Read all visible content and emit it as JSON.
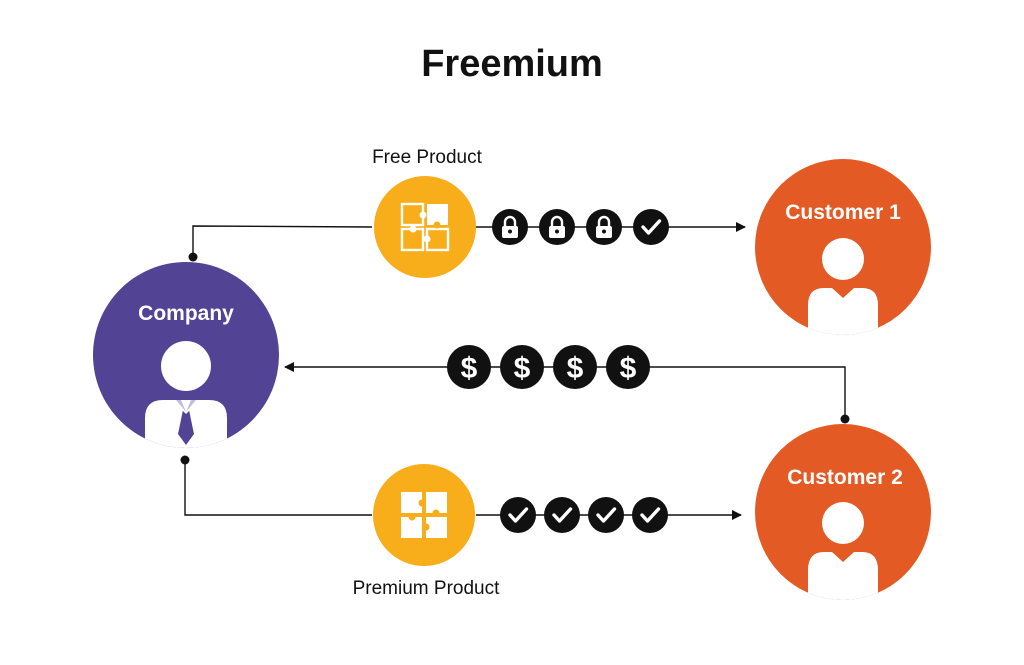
{
  "title": "Freemium",
  "colors": {
    "company": "#524394",
    "customer": "#E35A24",
    "product": "#F8AD1A",
    "token": "#111111",
    "line": "#111111"
  },
  "nodes": {
    "company": {
      "label": "Company",
      "icon": "businessman-icon"
    },
    "customer1": {
      "label": "Customer 1",
      "icon": "person-icon"
    },
    "customer2": {
      "label": "Customer 2",
      "icon": "person-icon"
    }
  },
  "products": {
    "free": {
      "label": "Free Product",
      "icon": "puzzle-outline-icon"
    },
    "premium": {
      "label": "Premium Product",
      "icon": "puzzle-filled-icon"
    }
  },
  "flows": {
    "free": {
      "tokens": [
        "lock-icon",
        "lock-icon",
        "lock-icon",
        "check-icon"
      ]
    },
    "payment": {
      "tokens": [
        "$",
        "$",
        "$",
        "$"
      ]
    },
    "premium": {
      "tokens": [
        "check-icon",
        "check-icon",
        "check-icon",
        "check-icon"
      ]
    }
  }
}
